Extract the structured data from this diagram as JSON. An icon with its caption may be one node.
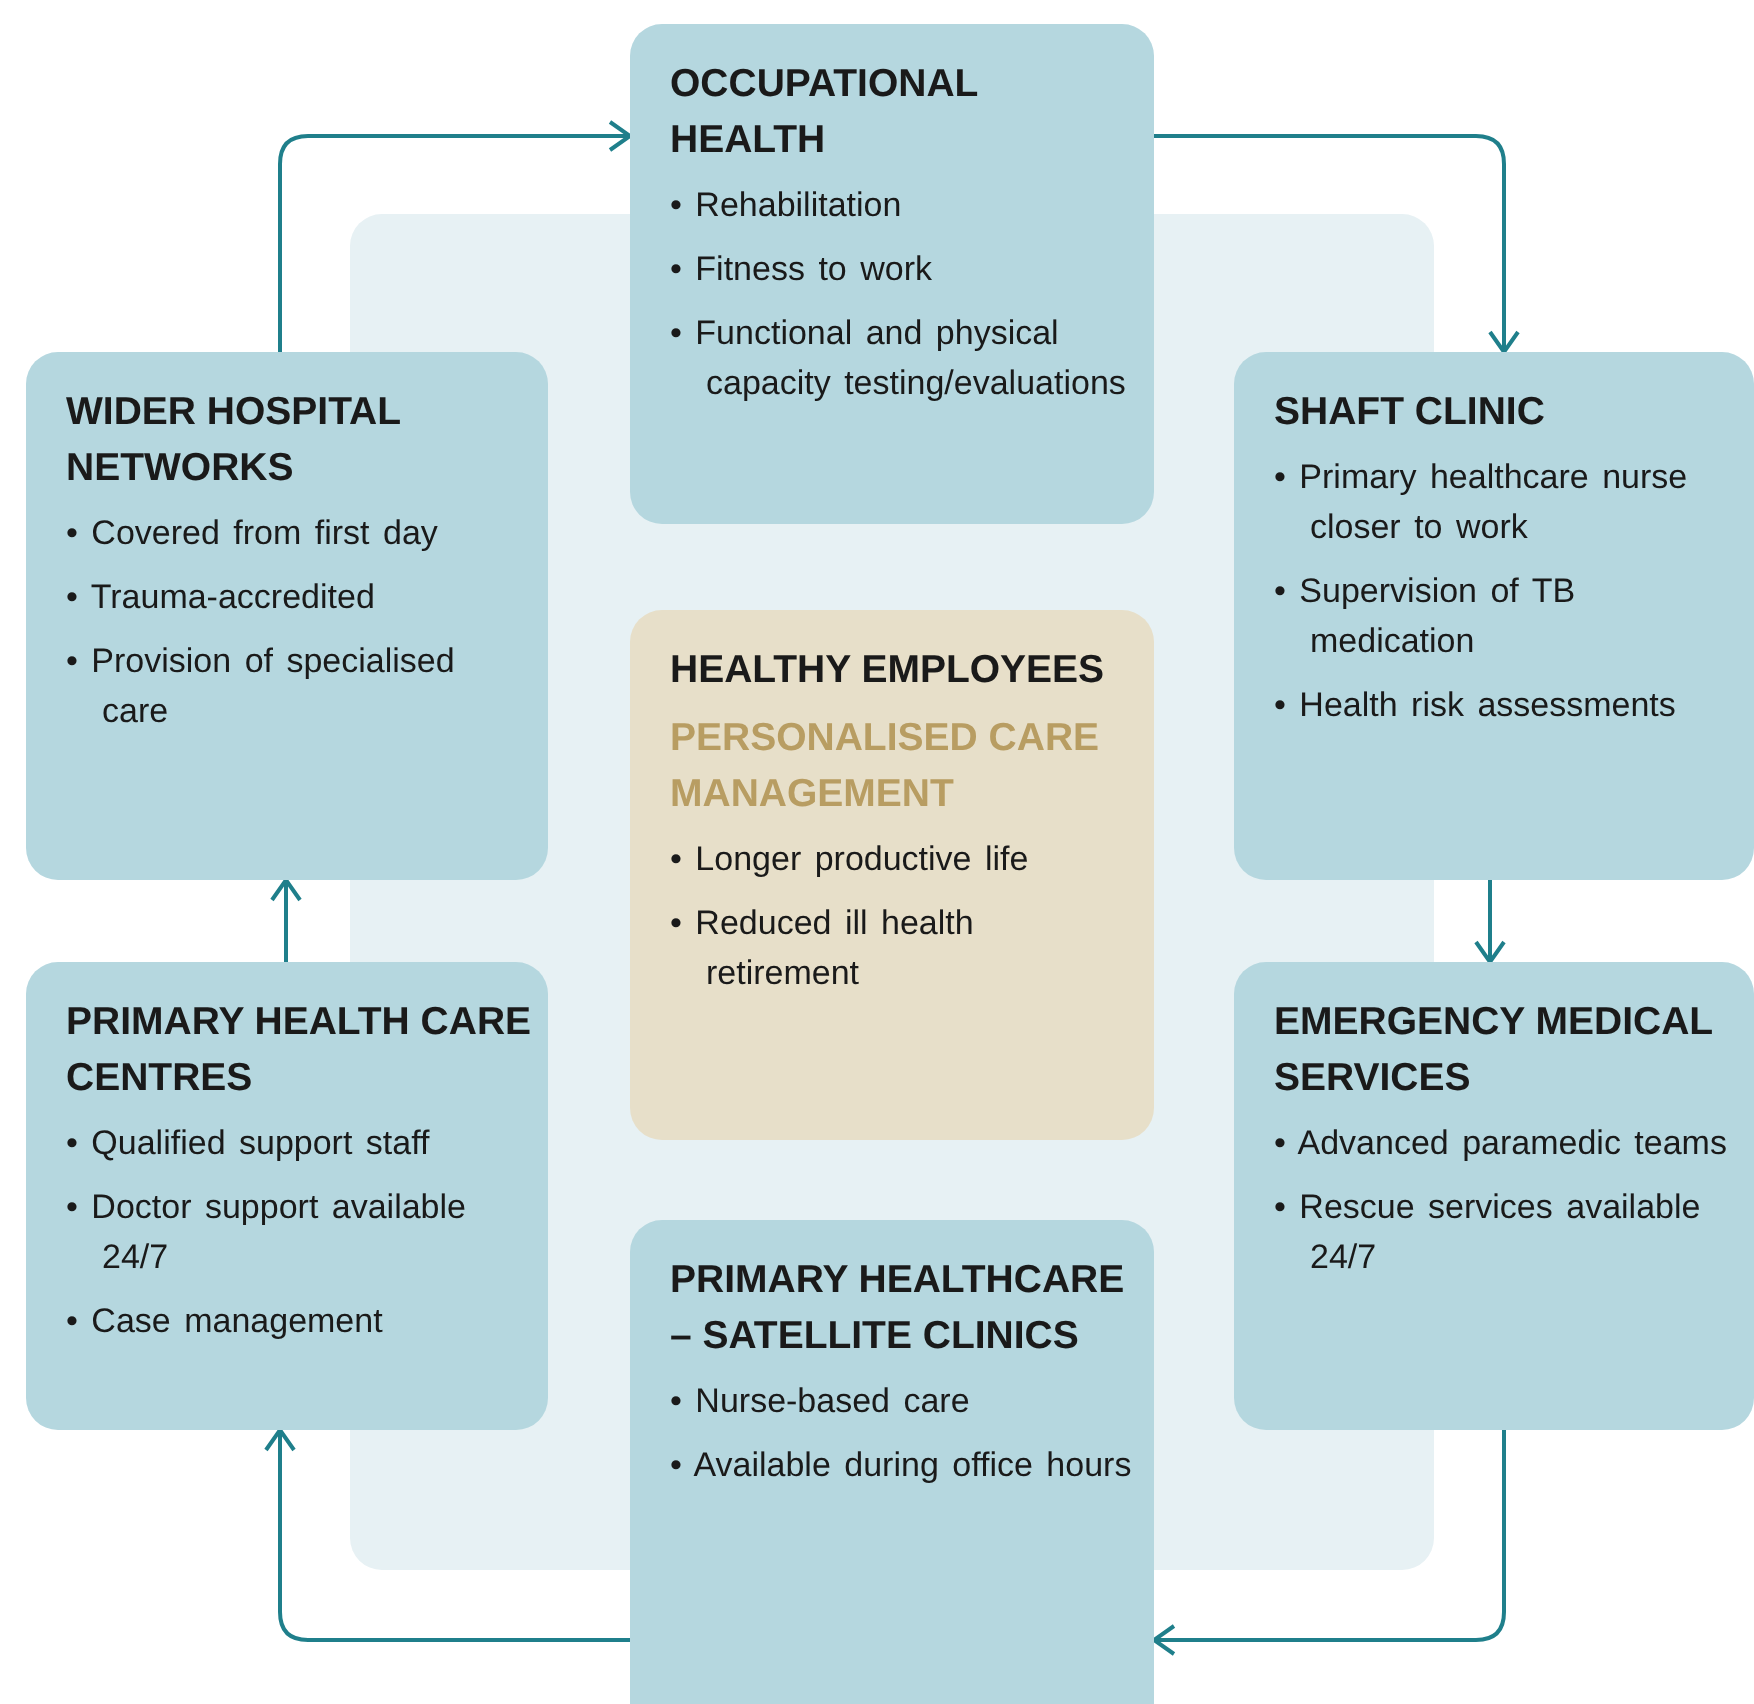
{
  "diagram": {
    "nodes": [
      {
        "text": [
          "OCCUPATIONAL HEALTH",
          "• Rehabilitation",
          "• Fitness to work",
          "• Functional and physical capacity testing/evaluations"
        ]
      },
      {
        "text": [
          "SHAFT CLINIC",
          "• Primary healthcare nurse closer to work",
          "• Supervision of TB medication",
          "• Health risk assessments"
        ]
      },
      {
        "text": [
          "EMERGENCY MEDICAL SERVICES",
          "• Advanced paramedic teams",
          "• Rescue services available 24/7"
        ]
      },
      {
        "text": [
          "PRIMARY HEALTHCARE – SATELLITE CLINICS",
          "• Nurse-based care",
          "• Available during office hours"
        ]
      },
      {
        "text": [
          "PRIMARY HEALTH CARE CENTRES",
          "• Qualified support staff",
          "• Doctor support available 24/7",
          "• Case management"
        ]
      },
      {
        "text": [
          "WIDER HOSPITAL NETWORKS",
          "• Covered from first day",
          "• Trauma-accredited",
          "• Provision of specialised care"
        ]
      },
      {
        "text": [
          "HEALTHY EMPLOYEES",
          "PERSONALISED CARE MANAGEMENT",
          "• Longer productive life",
          "• Reduced ill health retirement"
        ]
      }
    ],
    "edges": [
      {
        "from": 0,
        "to": 1,
        "arrow": "to"
      },
      {
        "from": 1,
        "to": 2,
        "arrow": "to"
      },
      {
        "from": 2,
        "to": 3,
        "arrow": "to"
      },
      {
        "from": 3,
        "to": 4,
        "arrow": "to"
      },
      {
        "from": 4,
        "to": 5,
        "arrow": "to"
      },
      {
        "from": 5,
        "to": 0,
        "arrow": "to"
      }
    ]
  }
}
